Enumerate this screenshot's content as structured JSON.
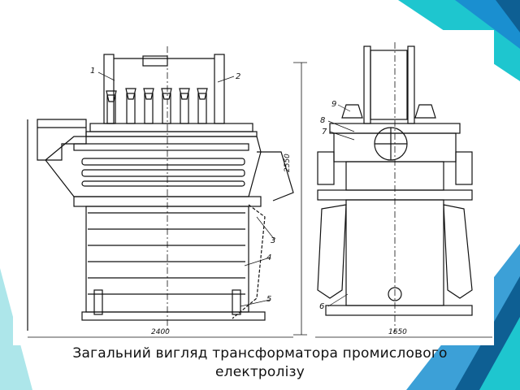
{
  "caption": "Загальний вигляд трансформатора промислового електролізу",
  "callouts": [
    "1",
    "2",
    "3",
    "4",
    "5",
    "6",
    "7",
    "8",
    "9"
  ],
  "dimensions": {
    "front_width": "2400",
    "side_width": "1650",
    "height": "2550"
  },
  "colors": {
    "accent_teal": "#14b8c4",
    "accent_blue": "#1a8fd0",
    "line": "#111111"
  }
}
